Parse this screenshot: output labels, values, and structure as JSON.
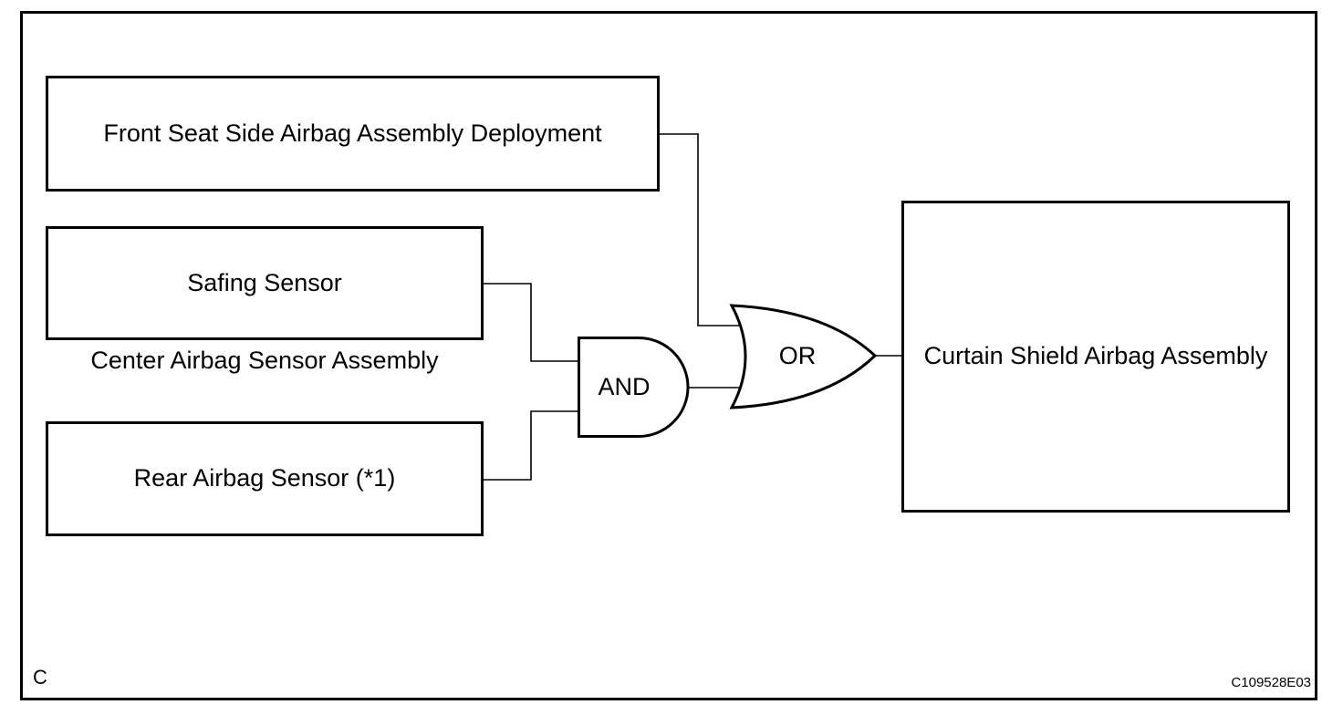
{
  "boxes": {
    "front": "Front Seat Side Airbag Assembly Deployment",
    "safing": "Safing Sensor",
    "rear": "Rear Airbag Sensor (*1)",
    "curtain": "Curtain Shield Airbag Assembly"
  },
  "labels": {
    "center_assembly": "Center Airbag Sensor Assembly",
    "and_gate": "AND",
    "or_gate": "OR",
    "corner_letter": "C",
    "figure_code": "C109528E03"
  },
  "colors": {
    "line": "#000000",
    "background": "#ffffff"
  }
}
